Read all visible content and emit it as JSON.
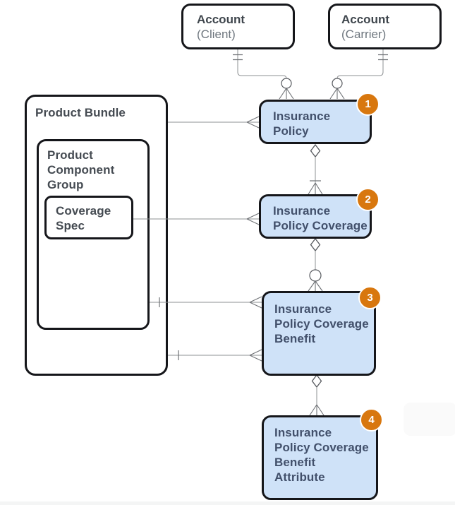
{
  "colors": {
    "accent_orange": "#d8770e",
    "entity_fill_blue": "#cfe2f8",
    "entity_border": "#15161a",
    "connector_gray": "#8d9093",
    "symbol_gray": "#56595e",
    "text_dark": "#3f464d",
    "text_blue_entity": "#42506b",
    "text_subtitle_gray": "#6e767e"
  },
  "diagram": {
    "account_client": {
      "title": "Account",
      "subtitle": "(Client)"
    },
    "account_carrier": {
      "title": "Account",
      "subtitle": "(Carrier)"
    },
    "product_bundle": {
      "label": "Product Bundle"
    },
    "product_component_group": {
      "label": "Product\nComponent\nGroup"
    },
    "coverage_spec": {
      "label": "Coverage\nSpec"
    },
    "insurance_policy": {
      "label": "Insurance\nPolicy",
      "badge": "1"
    },
    "insurance_policy_coverage": {
      "label": "Insurance\nPolicy Coverage",
      "badge": "2"
    },
    "insurance_policy_coverage_benefit": {
      "label": "Insurance\nPolicy Coverage\nBenefit",
      "badge": "3"
    },
    "insurance_policy_coverage_benefit_attribute": {
      "label": "Insurance\nPolicy Coverage\nBenefit\nAttribute",
      "badge": "4"
    }
  }
}
